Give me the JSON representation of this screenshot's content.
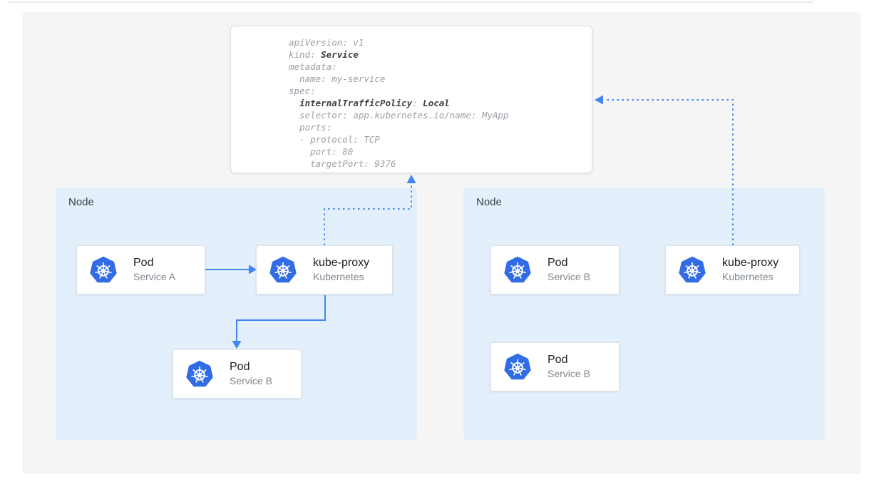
{
  "colors": {
    "accent_blue": "#4285F4",
    "kubernetes_blue": "#326CE5",
    "node_bg": "#E3F0FC",
    "panel_bg": "#F5F5F6"
  },
  "code": {
    "l1": "apiVersion: v1",
    "l2a": "kind: ",
    "l2b": "Service",
    "l3": "metadata:",
    "l4": "  name: my-service",
    "l5": "spec:",
    "l6a": "  ",
    "l6b": "internalTrafficPolicy",
    "l6c": ": ",
    "l6d": "Local",
    "l7": "  selector: app.kubernetes.io/name: MyApp",
    "l8": "  ports:",
    "l9": "  - protocol: TCP",
    "l10": "    port: 80",
    "l11": "    targetPort: 9376"
  },
  "nodes": [
    {
      "label": "Node",
      "cards": [
        {
          "title": "Pod",
          "subtitle": "Service A"
        },
        {
          "title": "kube-proxy",
          "subtitle": "Kubernetes"
        },
        {
          "title": "Pod",
          "subtitle": "Service B"
        }
      ]
    },
    {
      "label": "Node",
      "cards": [
        {
          "title": "Pod",
          "subtitle": "Service B"
        },
        {
          "title": "kube-proxy",
          "subtitle": "Kubernetes"
        },
        {
          "title": "Pod",
          "subtitle": "Service B"
        }
      ]
    }
  ]
}
